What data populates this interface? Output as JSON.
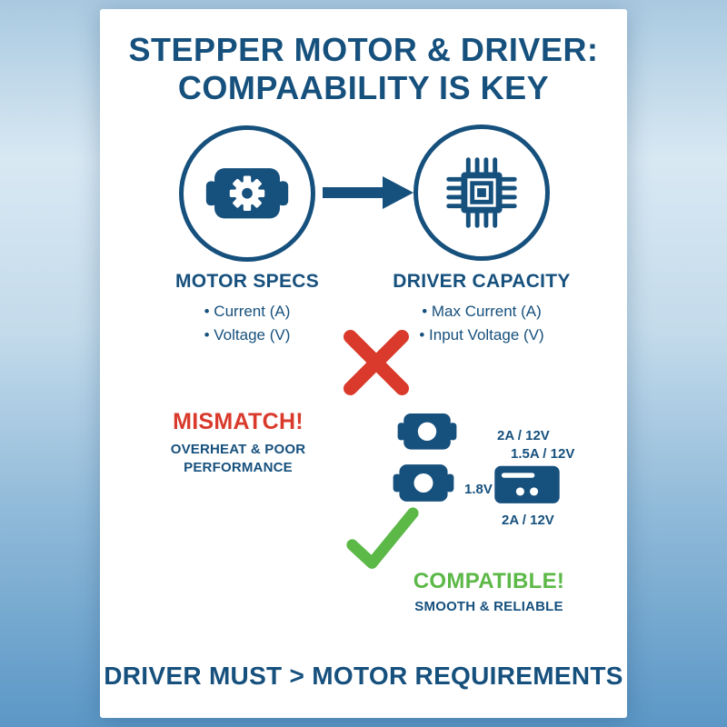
{
  "colors": {
    "navy": "#16507d",
    "red": "#d93a2b",
    "green": "#5cb847",
    "background_top": "#a9c9e0",
    "background_bottom": "#5b97c6",
    "card": "#ffffff"
  },
  "poster": {
    "title_line1": "STEPPER MOTOR & DRIVER:",
    "title_line2": "COMPAABILITY IS KEY",
    "motor": {
      "label": "MOTOR SPECS",
      "bullets": [
        "• Current (A)",
        "• Voltage (V)"
      ]
    },
    "driver": {
      "label": "DRIVER CAPACITY",
      "bullets": [
        "• Max Current (A)",
        "• Input Voltage (V)"
      ]
    },
    "mismatch": {
      "title": "MISMATCH!",
      "line1": "OVERHEAT & POOR",
      "line2": "PERFORMANCE"
    },
    "specs": {
      "motor1": "2A / 12V",
      "driver1": "1.5A / 12V",
      "motor2": "1.8V",
      "driver2": "2A / 12V"
    },
    "compatible": {
      "title": "COMPATIBLE!",
      "subtitle": "SMOOTH & RELIABLE"
    },
    "footer": "DRIVER MUST > MOTOR REQUIREMENTS"
  },
  "icons": {
    "motor": "motor-gear-icon",
    "driver": "chip-icon",
    "arrow": "arrow-right-icon",
    "mismatch": "red-x-icon",
    "compatible": "green-check-icon",
    "driver_box": "driver-box-icon"
  }
}
